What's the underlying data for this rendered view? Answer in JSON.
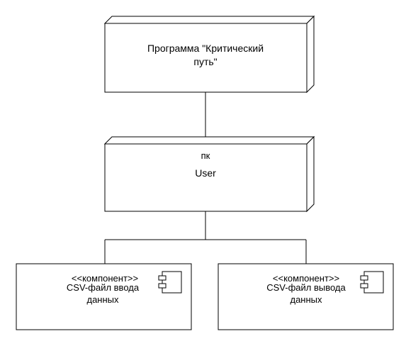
{
  "diagram": {
    "top_node": {
      "line1": "Программа \"Критический",
      "line2": "путь\""
    },
    "middle_node": {
      "stereotype": "пк",
      "name": "User"
    },
    "left_component": {
      "stereotype": "<<компонент>>",
      "line1": "CSV-файл ввода",
      "line2": "данных",
      "icon": "component-icon"
    },
    "right_component": {
      "stereotype": "<<компонент>>",
      "line1": "CSV-файл вывода",
      "line2": "данных",
      "icon": "component-icon"
    }
  }
}
